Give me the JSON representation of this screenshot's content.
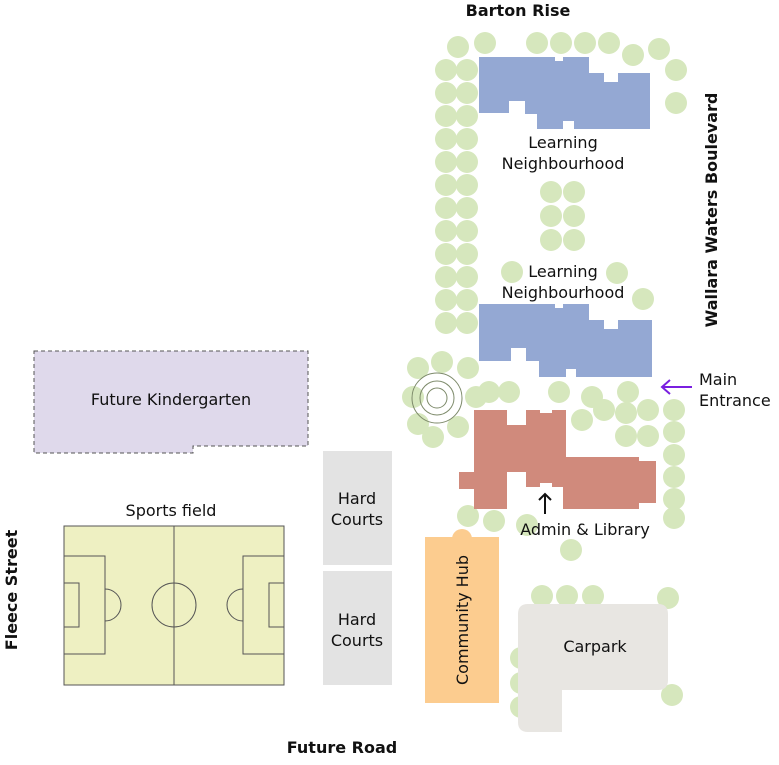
{
  "streets": {
    "north": "Barton Rise",
    "east": "Wallara Waters Boulevard",
    "west": "Fleece Street",
    "south": "Future Road"
  },
  "buildings": {
    "learning_1": [
      "Learning",
      "Neighbourhood"
    ],
    "learning_2": [
      "Learning",
      "Neighbourhood"
    ],
    "admin": "Admin & Library",
    "community_hub": "Community Hub",
    "hard_courts_1": [
      "Hard",
      "Courts"
    ],
    "hard_courts_2": [
      "Hard",
      "Courts"
    ],
    "kindergarten": "Future Kindergarten",
    "sports_field": "Sports field",
    "carpark": "Carpark"
  },
  "main_entrance": [
    "Main",
    "Entrance"
  ],
  "colors": {
    "learning": "#94a8d3",
    "admin": "#d08a7c",
    "tree": "#d6e7bd",
    "hub": "#fccc8f",
    "courts": "#e3e3e3",
    "kindergarten": "#dfd9eb",
    "field": "#eef0c2",
    "carpark": "#e8e6e2",
    "entrance_arrow": "#7a1fe0"
  }
}
